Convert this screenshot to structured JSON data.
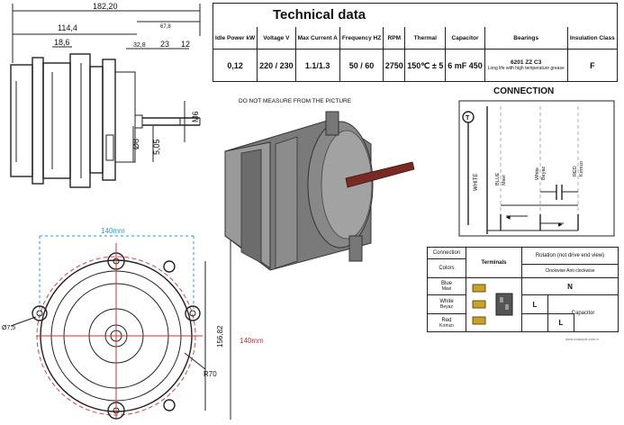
{
  "drawing": {
    "overall_length": "182,20",
    "body_length": "114,4",
    "dim_18_6": "18,6",
    "dim_32_8": "32,8",
    "dim_67_8": "67,8",
    "dim_23": "23",
    "dim_12": "12",
    "thread": "M6",
    "shaft_dia": "Ø8",
    "dim_5_05": "5,05",
    "width_140_top": "140mm",
    "width_140_side": "140mm",
    "height_156": "156,82",
    "hole_dia": "Ø7,5",
    "radius": "R70",
    "warning": "DO NOT MEASURE FROM THE PICTURE"
  },
  "technical": {
    "title": "Technical data",
    "headers": [
      "Idle Power kW",
      "Voltage V",
      "Max Current A",
      "Frequency HZ",
      "RPM",
      "Thermal",
      "Capacitor",
      "Bearings",
      "Insulation Class"
    ],
    "values": [
      "0,12",
      "220 / 230",
      "1.1/1.3",
      "50 / 60",
      "2750",
      "150℃ ± 5",
      "6 mF 450",
      "6201 ZZ C3",
      "F"
    ],
    "bearing_note": "Long life with high temperature grease"
  },
  "connection": {
    "title": "CONNECTION",
    "terminal_t": "T",
    "wires": [
      {
        "label": "WHITE",
        "sub": ""
      },
      {
        "label": "BLUE",
        "sub": "Mavi"
      },
      {
        "label": "White",
        "sub": "Beyaz"
      },
      {
        "label": "RED",
        "sub": "Kırmızı"
      }
    ],
    "arrow_left": "◀",
    "arrow_right": "▶"
  },
  "conn_table": {
    "header_connection": "Connection",
    "header_colors": "Colors",
    "header_terminals": "Terminals",
    "header_rotation": "Rotation (not drive end view)",
    "rotation_sub": "Clockwise     Anti clockwise",
    "rows": [
      {
        "color": "Blue",
        "sub": "Mavi",
        "cw": "N",
        "acw": ""
      },
      {
        "color": "White",
        "sub": "Beyaz",
        "cw": "L",
        "acw": ""
      },
      {
        "color": "Red",
        "sub": "Kırmızı",
        "cw": "",
        "acw": "L"
      }
    ],
    "capacitor": "Capacitor",
    "footnote": "www.example.com.tr"
  }
}
